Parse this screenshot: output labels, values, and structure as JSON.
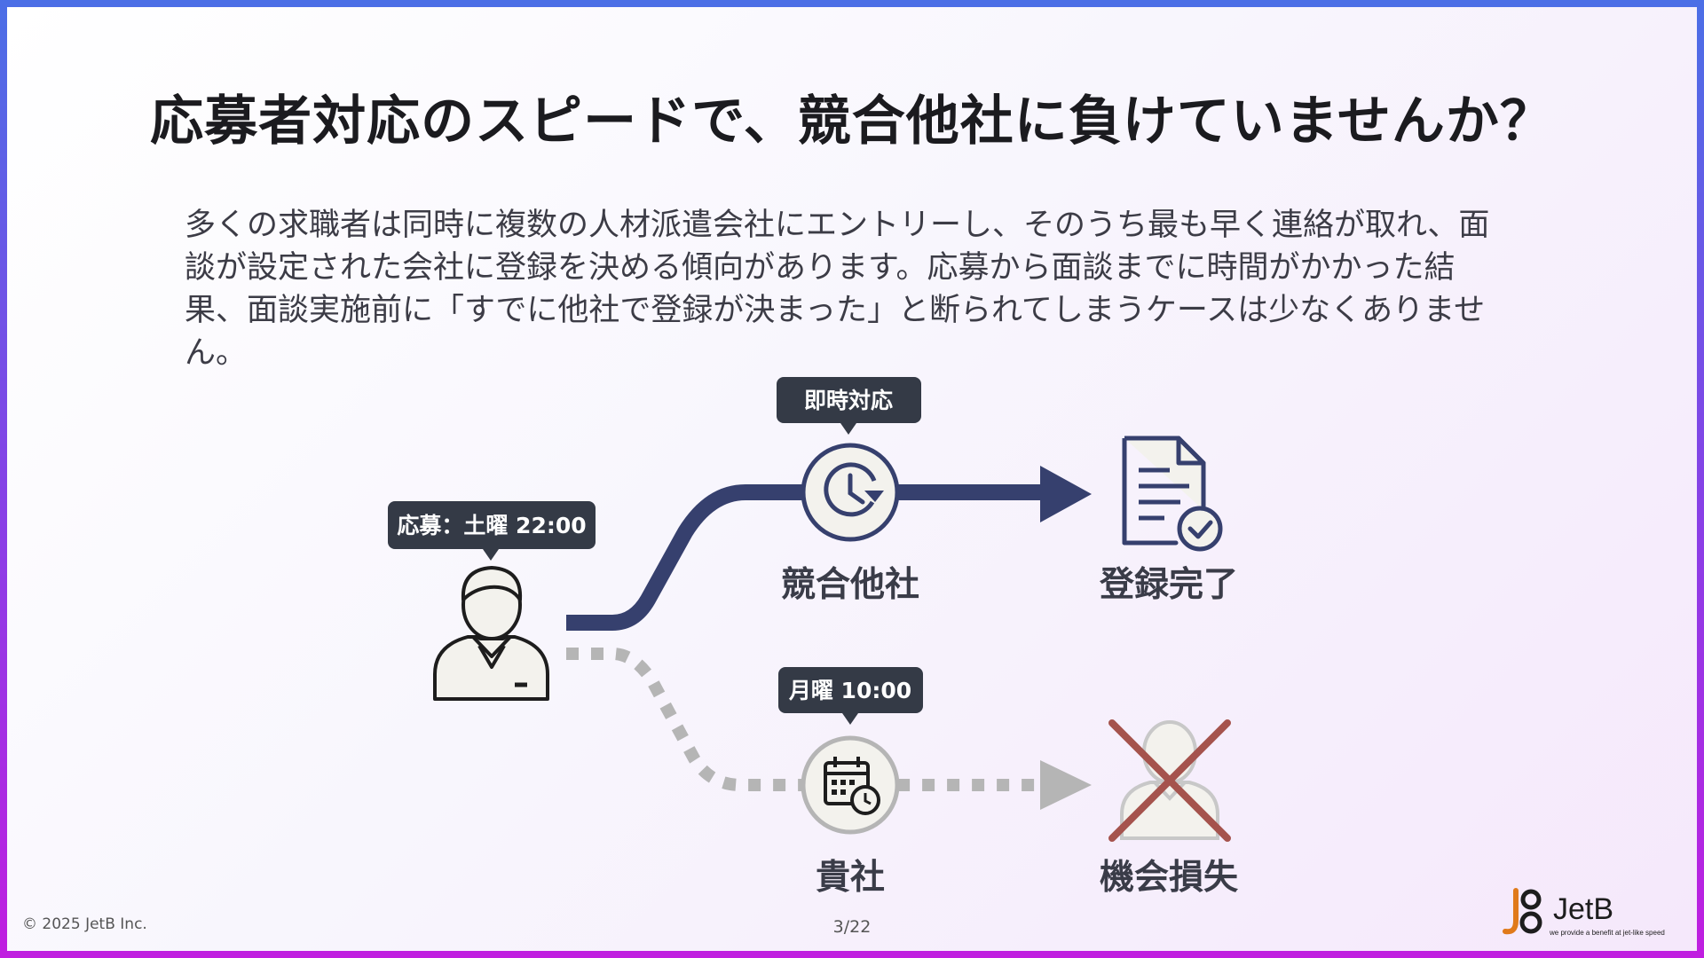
{
  "slide": {
    "title": "応募者対応のスピードで、競合他社に負けていませんか？",
    "body_lines": [
      "多くの求職者は同時に複数の人材派遣会社にエントリーし、そのうち最も早く連絡が取れ、面",
      "談が設定された会社に登録を決める傾向があります。応募から面談までに時間がかかった結",
      "果、面談実施前に「すでに他社で登録が決まった」と断られてしまうケースは少なくありませ",
      "ん。"
    ]
  },
  "diagram": {
    "applicant_bubble": "応募：土曜 22:00",
    "top_bubble": "即時対応",
    "top_node_label": "競合他社",
    "top_result_label": "登録完了",
    "bottom_bubble": "月曜 10:00",
    "bottom_node_label": "貴社",
    "bottom_result_label": "機会損失",
    "colors": {
      "fast_path": "#36406e",
      "slow_path": "#b5b5b5",
      "loss_cross": "#a5534d",
      "bubble": "#343a46"
    }
  },
  "footer": {
    "copyright": "© 2025 JetB Inc.",
    "page": "3/22",
    "logo_text": "JetB",
    "logo_tagline": "we provide a benefit at jet-like speed"
  }
}
